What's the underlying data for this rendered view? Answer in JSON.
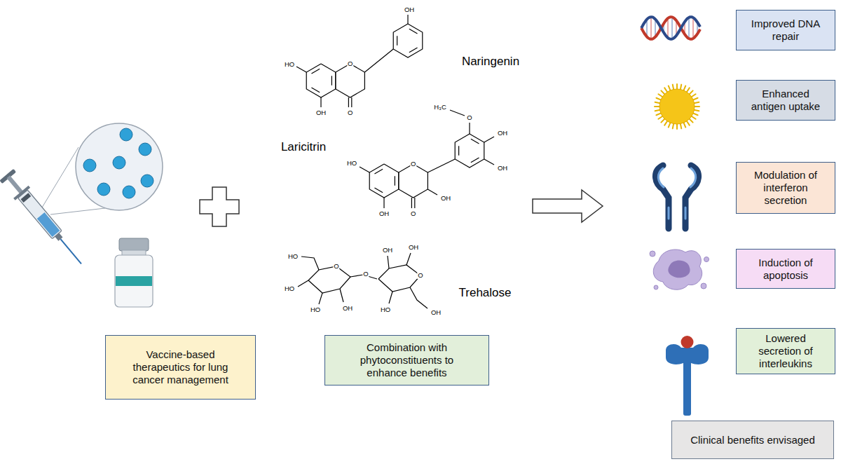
{
  "diagram": {
    "nodes": [
      {
        "text": [
          "Vaccine-based therapeutics for lung cancer management"
        ]
      },
      {
        "text": [
          "Combination with phytoconstituents to enhance benefits"
        ]
      },
      {
        "text": [
          "Improved DNA repair"
        ]
      },
      {
        "text": [
          "Enhanced antigen uptake"
        ]
      },
      {
        "text": [
          "Modulation of interferon secretion"
        ]
      },
      {
        "text": [
          "Induction of apoptosis"
        ]
      },
      {
        "text": [
          "Lowered secretion of interleukins"
        ]
      },
      {
        "text": [
          "Clinical benefits envisaged"
        ]
      }
    ],
    "labels": [
      "HO",
      "O",
      "OH",
      "O",
      "OH",
      "Naringenin",
      "H₃C",
      "O",
      "OH",
      "OH",
      "HO",
      "O",
      "OH",
      "O",
      "OH",
      "Laricitrin",
      "HO",
      "O",
      "HO",
      "HO",
      "OH",
      "O",
      "OH",
      "OH",
      "O",
      "HO",
      "OH",
      "Trehalose"
    ]
  }
}
